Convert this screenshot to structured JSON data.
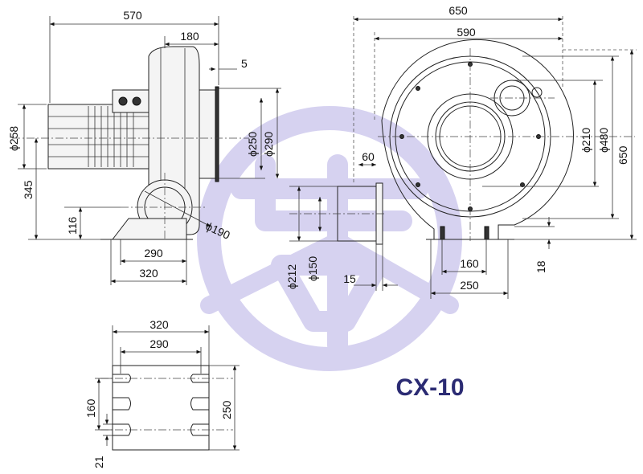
{
  "model_label": "CX-10",
  "colors": {
    "watermark": "#c9c3ec",
    "model_text": "#2b2b73",
    "lines": "#222222"
  },
  "watermark_logo": "purple circular company logo watermark",
  "side_view": {
    "overall_length": "570",
    "inlet_length": "180",
    "flange_thickness": "5",
    "motor_diameter": "ϕ258",
    "inlet_inner_diameter": "ϕ250",
    "inlet_outer_diameter": "ϕ290",
    "center_height": "345",
    "outlet_center_height": "116",
    "outlet_diameter": "ϕ190",
    "base_inner_width": "290",
    "base_outer_width": "320"
  },
  "front_view": {
    "overall_width": "650",
    "inner_width": "590",
    "flange_depth": "60",
    "inlet_diameter": "ϕ210",
    "casing_diameter": "ϕ480",
    "overall_height": "650",
    "outlet_outer_diameter": "ϕ212",
    "outlet_inner_diameter": "ϕ150",
    "outlet_offset": "15",
    "base_slot_spacing": "160",
    "base_width": "250",
    "base_height": "18"
  },
  "base_plate": {
    "outer_width": "320",
    "inner_width": "290",
    "slot_spacing": "160",
    "depth": "250",
    "slot_width": "21"
  }
}
